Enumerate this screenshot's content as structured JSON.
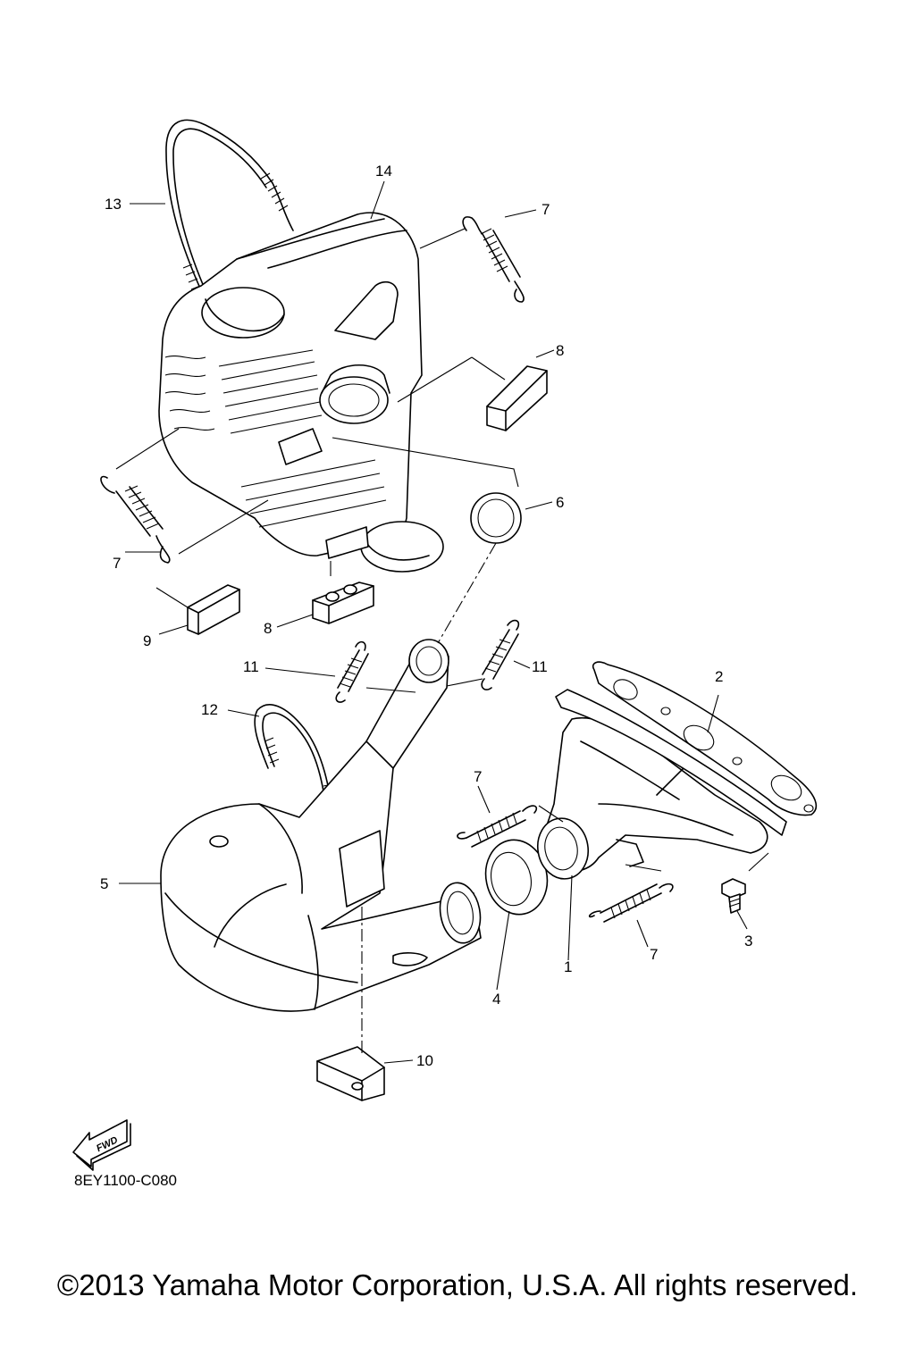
{
  "callouts": {
    "c1": "1",
    "c2": "2",
    "c3": "3",
    "c4": "4",
    "c5": "5",
    "c6": "6",
    "c7a": "7",
    "c7b": "7",
    "c7c": "7",
    "c7d": "7",
    "c8a": "8",
    "c8b": "8",
    "c9": "9",
    "c10": "10",
    "c11a": "11",
    "c11b": "11",
    "c12": "12",
    "c13": "13",
    "c14": "14"
  },
  "fwd_label": "FWD",
  "diagram_code": "8EY1100-C080",
  "copyright": "©2013 Yamaha Motor Corporation, U.S.A. All rights reserved."
}
